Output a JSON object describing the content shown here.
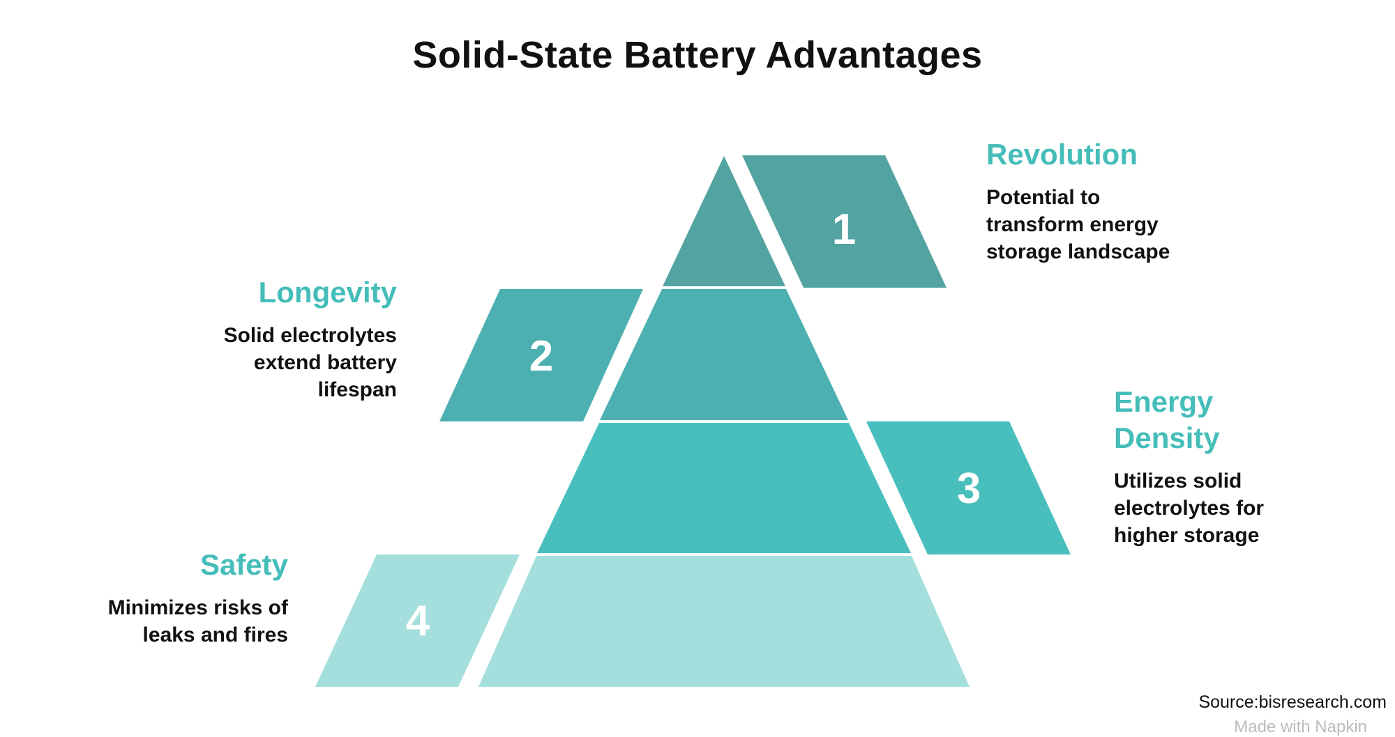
{
  "title": "Solid-State Battery Advantages",
  "colors": {
    "level1": "#53a3a0",
    "level2": "#4db0b0",
    "level3": "#48bfbd",
    "level4": "#a4dfdd",
    "heading": "#45bdb9"
  },
  "items": [
    {
      "number": "1",
      "heading": "Revolution",
      "description": "Potential to transform energy storage landscape"
    },
    {
      "number": "2",
      "heading": "Longevity",
      "description": "Solid electrolytes extend battery lifespan"
    },
    {
      "number": "3",
      "heading": "Energy Density",
      "description": "Utilizes solid electrolytes for higher storage"
    },
    {
      "number": "4",
      "heading": "Safety",
      "description": "Minimizes risks of leaks and fires"
    }
  ],
  "source": "Source:bisresearch.com",
  "watermark": "Made with Napkin"
}
